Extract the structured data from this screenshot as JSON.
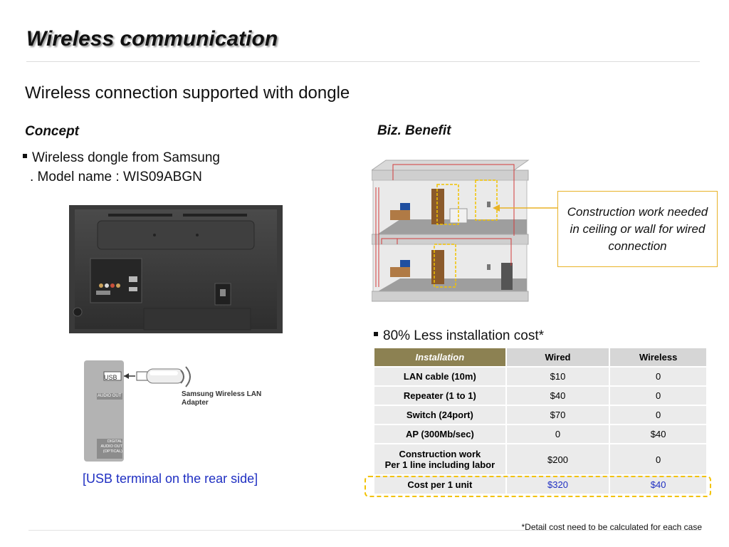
{
  "slide": {
    "title": "Wireless communication",
    "subtitle": "Wireless connection supported with dongle"
  },
  "concept": {
    "heading": "Concept",
    "bullet_line1": "Wireless dongle from Samsung",
    "bullet_line2": ". Model name : WIS09ABGN",
    "usb_tag": "USB",
    "audio_out": "AUDIO OUT",
    "digital_audio_line1": "DIGITAL",
    "digital_audio_line2": "AUDIO OUT",
    "digital_audio_line3": "(OPTICAL)",
    "adapter_label_line1": "Samsung Wireless LAN",
    "adapter_label_line2": "Adapter",
    "caption": "[USB terminal on the rear side]"
  },
  "benefit": {
    "heading": "Biz. Benefit",
    "callout_text": "Construction work needed in ceiling or wall for wired connection",
    "bullet": "80% Less installation cost*"
  },
  "cost_table": {
    "header": {
      "col1": "Installation",
      "col2": "Wired",
      "col3": "Wireless"
    },
    "rows": [
      {
        "item": "LAN cable (10m)",
        "wired": "$10",
        "wireless": "0"
      },
      {
        "item": "Repeater (1 to 1)",
        "wired": "$40",
        "wireless": "0"
      },
      {
        "item": "Switch (24port)",
        "wired": "$70",
        "wireless": "0"
      },
      {
        "item": "AP (300Mb/sec)",
        "wired": "0",
        "wireless": "$40"
      },
      {
        "item_line1": "Construction work",
        "item_line2": "Per 1 line including labor",
        "wired": "$200",
        "wireless": "0"
      }
    ],
    "total": {
      "item": "Cost per 1 unit",
      "wired": "$320",
      "wireless": "$40"
    }
  },
  "footnote": "*Detail cost need to be calculated for each case",
  "colors": {
    "accent_blue": "#1f2fc2",
    "header_olive": "#8c8152",
    "highlight_yellow": "#f2c200",
    "callout_border": "#e8b227"
  },
  "icons": [
    "tv-rear-illustration",
    "usb-dongle-icon",
    "wireless-signal-icon",
    "building-diagram"
  ]
}
